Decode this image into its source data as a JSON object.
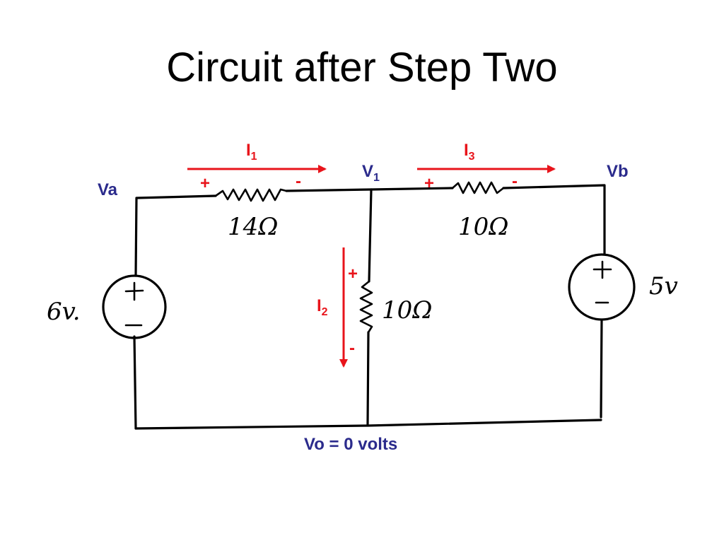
{
  "title": "Circuit after Step Two",
  "nodes": {
    "va": "Va",
    "vb": "Vb",
    "v1": "V",
    "v1_sub": "1",
    "vo": "Vo = 0 volts"
  },
  "currents": {
    "i1": "I",
    "i1_sub": "1",
    "i2": "I",
    "i2_sub": "2",
    "i3": "I",
    "i3_sub": "3"
  },
  "polarity": {
    "plus": "+",
    "minus": "-"
  },
  "components": {
    "r1": "14Ω",
    "r2": "10Ω",
    "r3": "10Ω",
    "source_left": "6v.",
    "source_right": "5v"
  },
  "colors": {
    "label_blue": "#2b2b8c",
    "current_red": "#e8141b",
    "wire": "#000000"
  }
}
